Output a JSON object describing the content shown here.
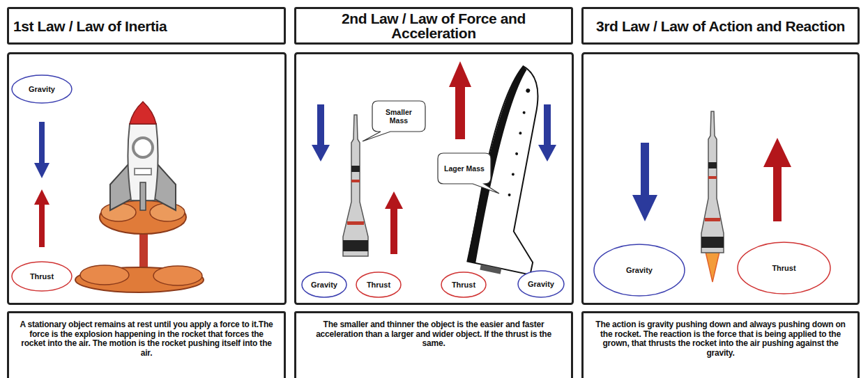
{
  "diagram": {
    "nodes": [
      {
        "text": [
          "1st Law / Law of Inertia"
        ]
      },
      {
        "text": [
          "2nd Law / Law of Force and Acceleration"
        ]
      },
      {
        "text": [
          "3rd Law / Law of Action and Reaction"
        ]
      },
      {
        "text": [
          "Gravity"
        ]
      },
      {
        "text": [
          "Thrust"
        ]
      },
      {
        "text": [
          "Smaller Mass"
        ]
      },
      {
        "text": [
          "Lager Mass"
        ]
      },
      {
        "text": [
          "Gravity"
        ]
      },
      {
        "text": [
          "Thrust"
        ]
      },
      {
        "text": [
          "Thrust"
        ]
      },
      {
        "text": [
          "Gravity"
        ]
      },
      {
        "text": [
          "Gravity"
        ]
      },
      {
        "text": [
          "Thrust"
        ]
      },
      {
        "text": [
          "A stationary object remains at rest until you apply a force to it.The force is the explosion happening in the rocket that forces the rocket into the air. The motion is the rocket pushing itself into the air."
        ]
      },
      {
        "text": [
          "The smaller and thinner the object is the easier and faster acceleration than a larger and wider object. If the thrust is the same."
        ]
      },
      {
        "text": [
          "The action is gravity pushing down and always pushing down on the rocket. The reaction is the force that is being applied to the grown, that thrusts the rocket into the air pushing against the gravity."
        ]
      }
    ]
  }
}
